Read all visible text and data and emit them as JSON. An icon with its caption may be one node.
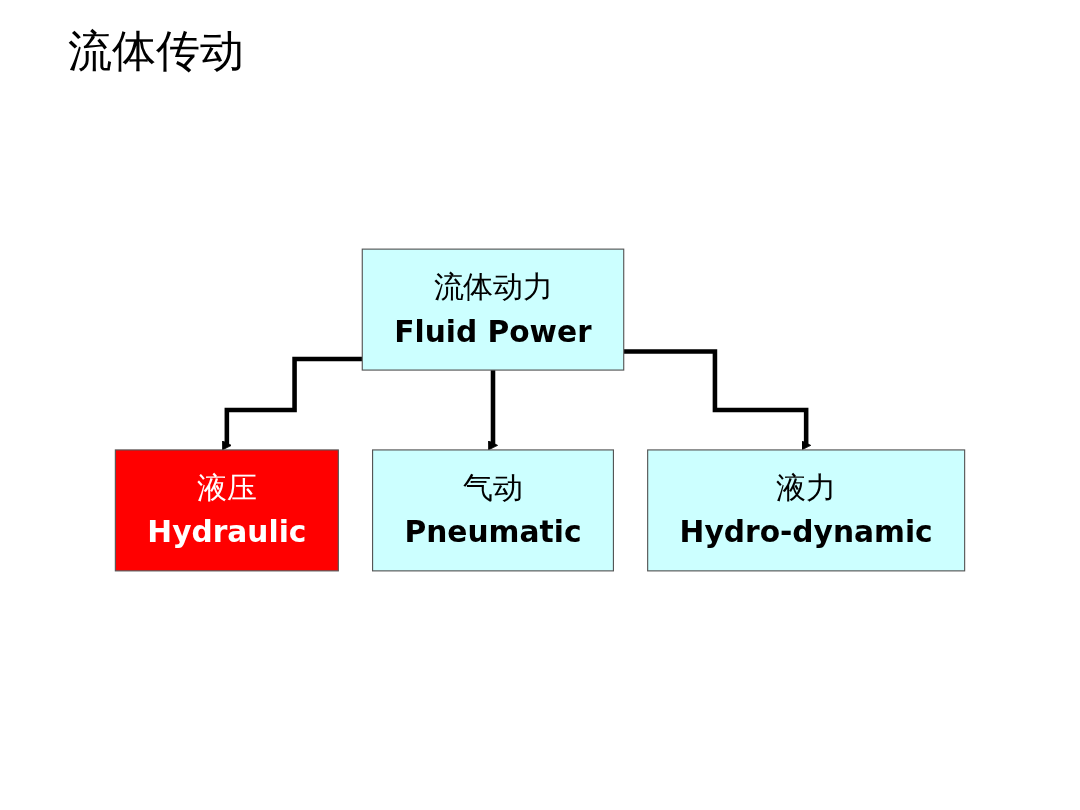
{
  "diagram": {
    "title": "流体传动",
    "nodes": [
      {
        "text": [
          "流体动力",
          "Fluid Power"
        ]
      },
      {
        "text": [
          "液压",
          "Hydraulic"
        ]
      },
      {
        "text": [
          "气动",
          "Pneumatic"
        ]
      },
      {
        "text": [
          "液力",
          "Hydro-dynamic"
        ]
      }
    ],
    "edges": [
      {
        "from": 0,
        "to": 1,
        "arrow": "to"
      },
      {
        "from": 0,
        "to": 2,
        "arrow": "to"
      },
      {
        "from": 0,
        "to": 3,
        "arrow": "to"
      }
    ]
  }
}
